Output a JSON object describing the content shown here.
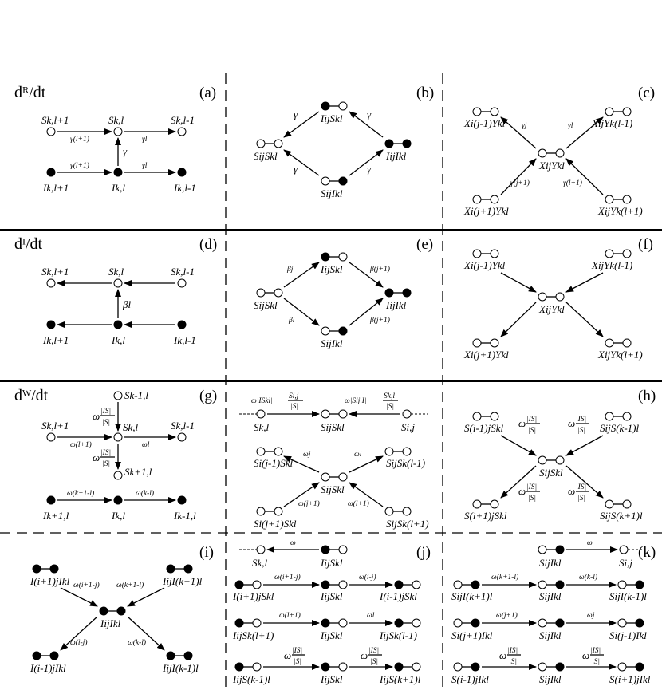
{
  "rows": {
    "r1": "dᴿ/dt",
    "r2": "dᴵ/dt",
    "r3": "dᵂ/dt"
  },
  "panels": {
    "a": "(a)",
    "b": "(b)",
    "c": "(c)",
    "d": "(d)",
    "e": "(e)",
    "f": "(f)",
    "g": "(g)",
    "h": "(h)",
    "i": "(i)",
    "j": "(j)",
    "k": "(k)"
  },
  "nodes": {
    "Skl1": "Sk,l+1",
    "Skl": "Sk,l",
    "Sklm1": "Sk,l-1",
    "Ikl1": "Ik,l+1",
    "Ikl": "Ik,l",
    "Iklm1": "Ik,l-1",
    "Sk1l": "Sk-1,l",
    "Skp1l": "Sk+1,l",
    "Ik1l": "Ik+1,l",
    "Ikm1l": "Ik-1,l",
    "IijSkl": "IijSkl",
    "SijSkl": "SijSkl",
    "IijIkl": "IijIkl",
    "SijIkl": "SijIkl",
    "Xim1Ykl": "Xi(j-1)Ykl",
    "XijYkl1": "XijYk(l-1)",
    "XijYkl": "XijYkl",
    "Xip1Ykl": "Xi(j+1)Ykl",
    "XijYklp1": "XijYk(l+1)",
    "Sij": "Si,j",
    "Skl_c": "Sk,l",
    "Sijm1Skl": "Si(j-1)Skl",
    "SijSklm1": "SijSk(l-1)",
    "Sijp1Skl": "Si(j+1)Skl",
    "SijSklp1": "SijSk(l+1)",
    "Sim1jSkl": "S(i-1)jSkl",
    "SijSkm1l": "SijS(k-1)l",
    "Sip1jSkl": "S(i+1)jSkl",
    "SijSkp1l": "SijS(k+1)l",
    "Iip1IklI": "I(i+1)jIkl",
    "IijIkp1l": "IijI(k+1)l",
    "Iim1jIkl": "I(i-1)jIkl",
    "IijIkm1l": "IijI(k-1)l",
    "Ip1jSkl": "I(i+1)jSkl",
    "Im1jSkl": "I(i-1)jSkl",
    "IijSklp1": "IijSk(l+1)",
    "IijSklm1": "IijSk(l-1)",
    "IijSkm1l": "IijS(k-1)l",
    "IijSkp1l": "IijS(k+1)l",
    "SijIklp1": "SijI(k+1)l",
    "SijIkm1l": "SijI(k-1)l",
    "Sip1jIkl": "Si(j+1)Ikl",
    "Sijm1Ikl": "Si(j-1)Ikl",
    "Sim1jIkl": "S(i-1)jIkl",
    "Sip1Ikl2": "S(i+1)jIkl"
  },
  "rates": {
    "gl1": "γ(l+1)",
    "gl": "γl",
    "g": "γ",
    "gj": "γj",
    "gj1": "γ(j+1)",
    "gl1b": "γ(l+1)",
    "bl": "βl",
    "bj": "βj",
    "bj1": "β(j+1)",
    "w": "ω",
    "wl1": "ω(l+1)",
    "wl": "ωl",
    "wj": "ωj",
    "wj1": "ω(j+1)",
    "wk1l": "ω(k+1-l)",
    "wkl": "ω(k-l)",
    "wi1j": "ω(i+1-j)",
    "wij": "ω(i-j)",
    "IS": "|IS|",
    "S": "|S|",
    "wISkl": "ω|ISkl|",
    "Sij_frac": "Si,j",
    "wSijI": "ω|Sij I|",
    "Skl_frac": "Sk,l"
  }
}
